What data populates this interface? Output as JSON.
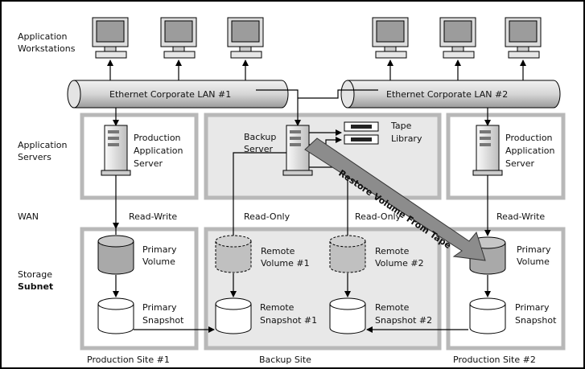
{
  "row_labels": {
    "workstations": [
      "Application",
      "Workstations"
    ],
    "servers": [
      "Application",
      "Servers"
    ],
    "wan": "WAN",
    "storage": [
      "Storage",
      "Subnet"
    ]
  },
  "lan": {
    "lan1_label": "Ethernet Corporate LAN #1",
    "lan2_label": "Ethernet Corporate LAN #2"
  },
  "servers": {
    "prod1": [
      "Production",
      "Application",
      "Server"
    ],
    "backup": [
      "Backup",
      "Server"
    ],
    "prod2": [
      "Production",
      "Application",
      "Server"
    ]
  },
  "tape_library": [
    "Tape",
    "Library"
  ],
  "links": {
    "rw1": "Read-Write",
    "ro1": "Read-Only",
    "ro2": "Read-Only",
    "rw2": "Read-Write"
  },
  "restore_arrow_label": "Restore Volume From Tape",
  "volumes": {
    "primary1": [
      "Primary",
      "Volume"
    ],
    "remote1": [
      "Remote",
      "Volume #1"
    ],
    "remote2": [
      "Remote",
      "Volume #2"
    ],
    "primary2": [
      "Primary",
      "Volume"
    ]
  },
  "snapshots": {
    "primary1": [
      "Primary",
      "Snapshot"
    ],
    "remote1": [
      "Remote",
      "Snapshot #1"
    ],
    "remote2": [
      "Remote",
      "Snapshot #2"
    ],
    "primary2": [
      "Primary",
      "Snapshot"
    ]
  },
  "sites": {
    "prod1": "Production Site #1",
    "backup": "Backup Site",
    "prod2": "Production Site #2"
  },
  "colors": {
    "panel_border": "#b8b8b8",
    "backup_fill": "#e8e8e8",
    "cylinder_gray": "#a9a9a9",
    "restore_arrow": "#8c8c8c"
  }
}
